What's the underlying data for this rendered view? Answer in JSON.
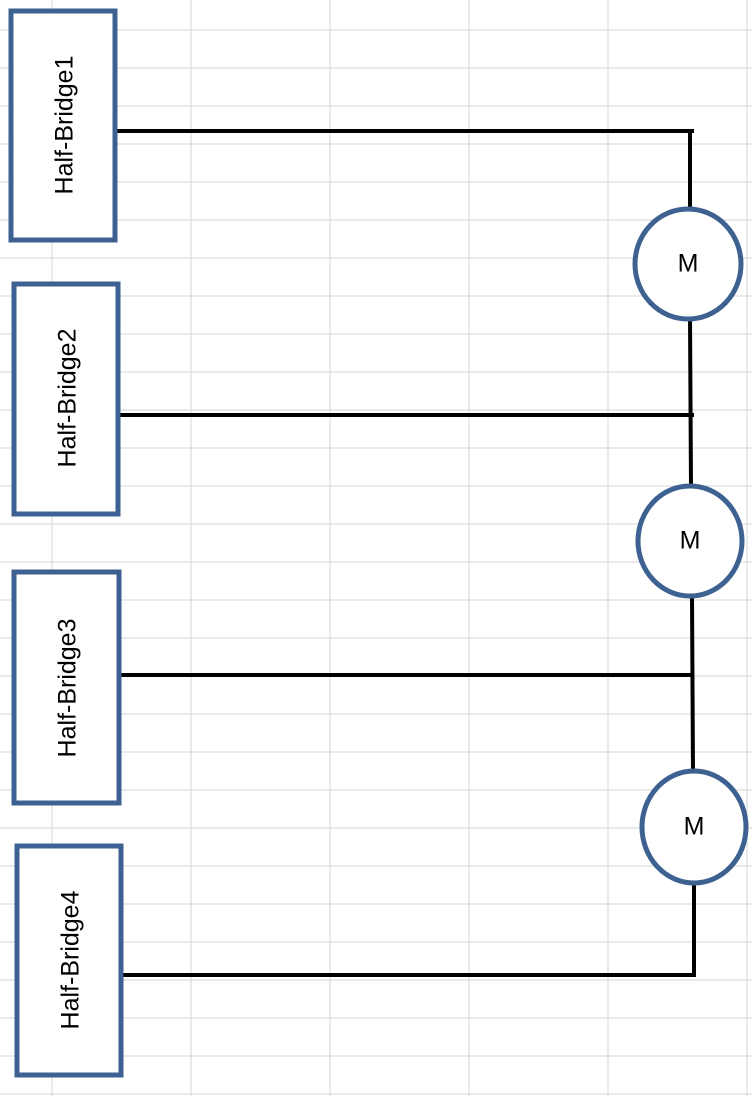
{
  "diagram": {
    "half_bridges": [
      {
        "label": "Half-Bridge1"
      },
      {
        "label": "Half-Bridge2"
      },
      {
        "label": "Half-Bridge3"
      },
      {
        "label": "Half-Bridge4"
      }
    ],
    "motors": [
      {
        "label": "M"
      },
      {
        "label": "M"
      },
      {
        "label": "M"
      }
    ],
    "colors": {
      "box_border": "#3d6191",
      "wire": "#000000",
      "grid": "#d4d4d4"
    }
  }
}
